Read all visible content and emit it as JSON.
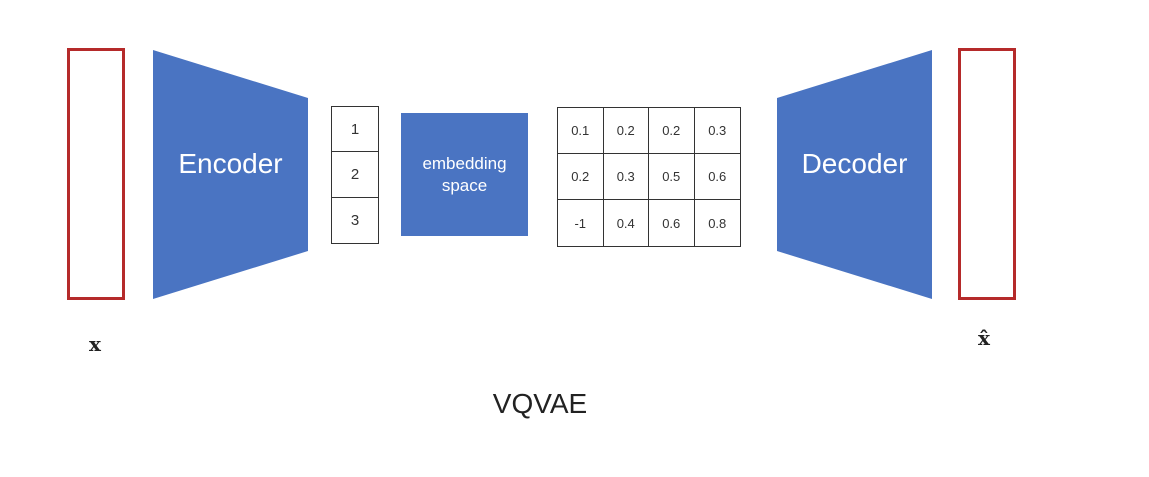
{
  "colors": {
    "block_fill": "#4a74c2",
    "bar_border": "#b52a2a",
    "grid_line": "#333333",
    "text_dark": "#222222"
  },
  "input_label": "x",
  "output_label": "x̂",
  "encoder": {
    "label": "Encoder"
  },
  "decoder": {
    "label": "Decoder"
  },
  "indices": [
    "1",
    "2",
    "3"
  ],
  "embedding": {
    "line1": "embedding",
    "line2": "space"
  },
  "codebook": [
    [
      "0.1",
      "0.2",
      "0.2",
      "0.3"
    ],
    [
      "0.2",
      "0.3",
      "0.5",
      "0.6"
    ],
    [
      "-1",
      "0.4",
      "0.6",
      "0.8"
    ]
  ],
  "caption": "VQVAE"
}
